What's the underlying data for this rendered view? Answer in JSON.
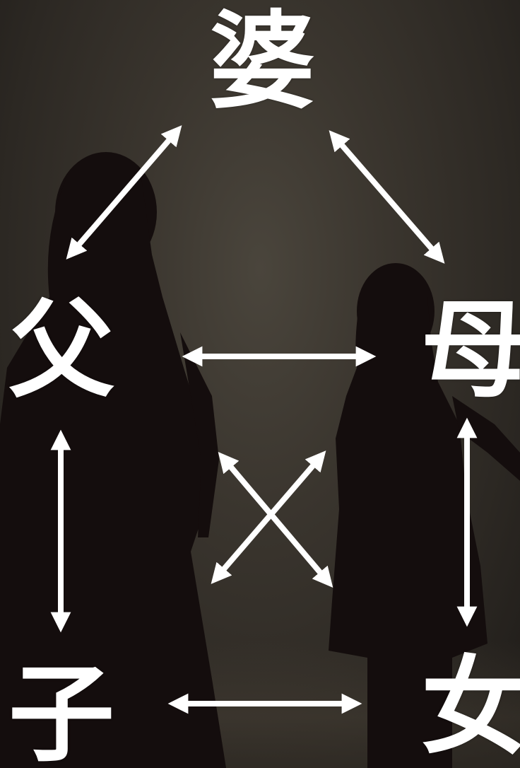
{
  "nodes": {
    "top": "婆",
    "middle_left": "父",
    "middle_right": "母",
    "bottom_left": "子",
    "bottom_right": "女"
  },
  "colors": {
    "background": "#2f2b26",
    "silhouette": "#140d0d",
    "text": "#ffffff",
    "arrows": "#ffffff"
  },
  "connections": [
    {
      "from": "婆",
      "to": "父",
      "type": "bidirectional"
    },
    {
      "from": "婆",
      "to": "母",
      "type": "bidirectional"
    },
    {
      "from": "父",
      "to": "母",
      "type": "bidirectional"
    },
    {
      "from": "父",
      "to": "子",
      "type": "bidirectional"
    },
    {
      "from": "母",
      "to": "女",
      "type": "bidirectional"
    },
    {
      "from": "父",
      "to": "女",
      "type": "bidirectional"
    },
    {
      "from": "母",
      "to": "子",
      "type": "bidirectional"
    },
    {
      "from": "子",
      "to": "女",
      "type": "bidirectional"
    }
  ]
}
